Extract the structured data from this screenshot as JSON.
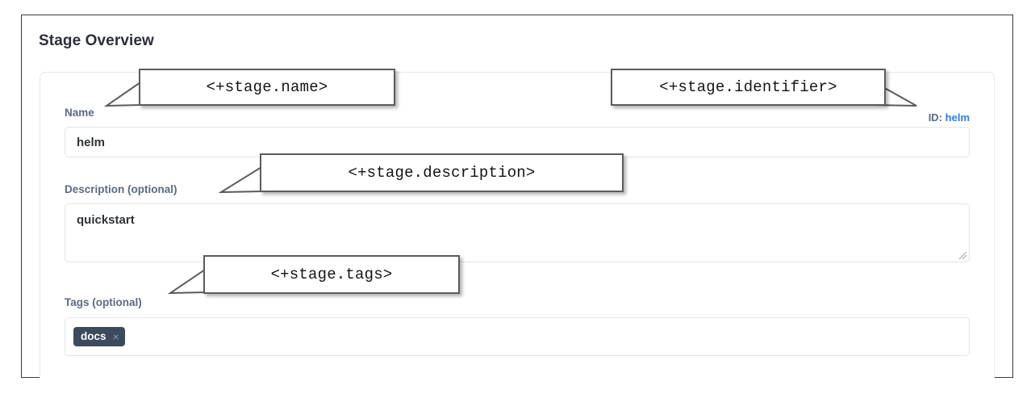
{
  "page": {
    "title": "Stage Overview"
  },
  "identifier": {
    "label": "ID:",
    "value": "helm"
  },
  "fields": [
    {
      "key": "name",
      "label": "Name",
      "value": "helm",
      "placeholder": "Name"
    },
    {
      "key": "description",
      "label": "Description (optional)",
      "value": "quickstart",
      "placeholder": "Description"
    },
    {
      "key": "tags",
      "label": "Tags (optional)",
      "placeholder": "Tags",
      "tags": [
        {
          "label": "docs",
          "remove_icon": "×"
        }
      ]
    }
  ],
  "annotations": [
    {
      "key": "name",
      "text": "<+stage.name>"
    },
    {
      "key": "identifier",
      "text": "<+stage.identifier>"
    },
    {
      "key": "description",
      "text": "<+stage.description>"
    },
    {
      "key": "tags",
      "text": "<+stage.tags>"
    }
  ],
  "colors": {
    "label": "#5b6b7f",
    "link": "#2b7cf0",
    "tag_pill": "#3c4a5c",
    "frame_border": "#3a3a3a",
    "callout_border": "#5c5c5c",
    "input_border": "#e3e5e8"
  }
}
